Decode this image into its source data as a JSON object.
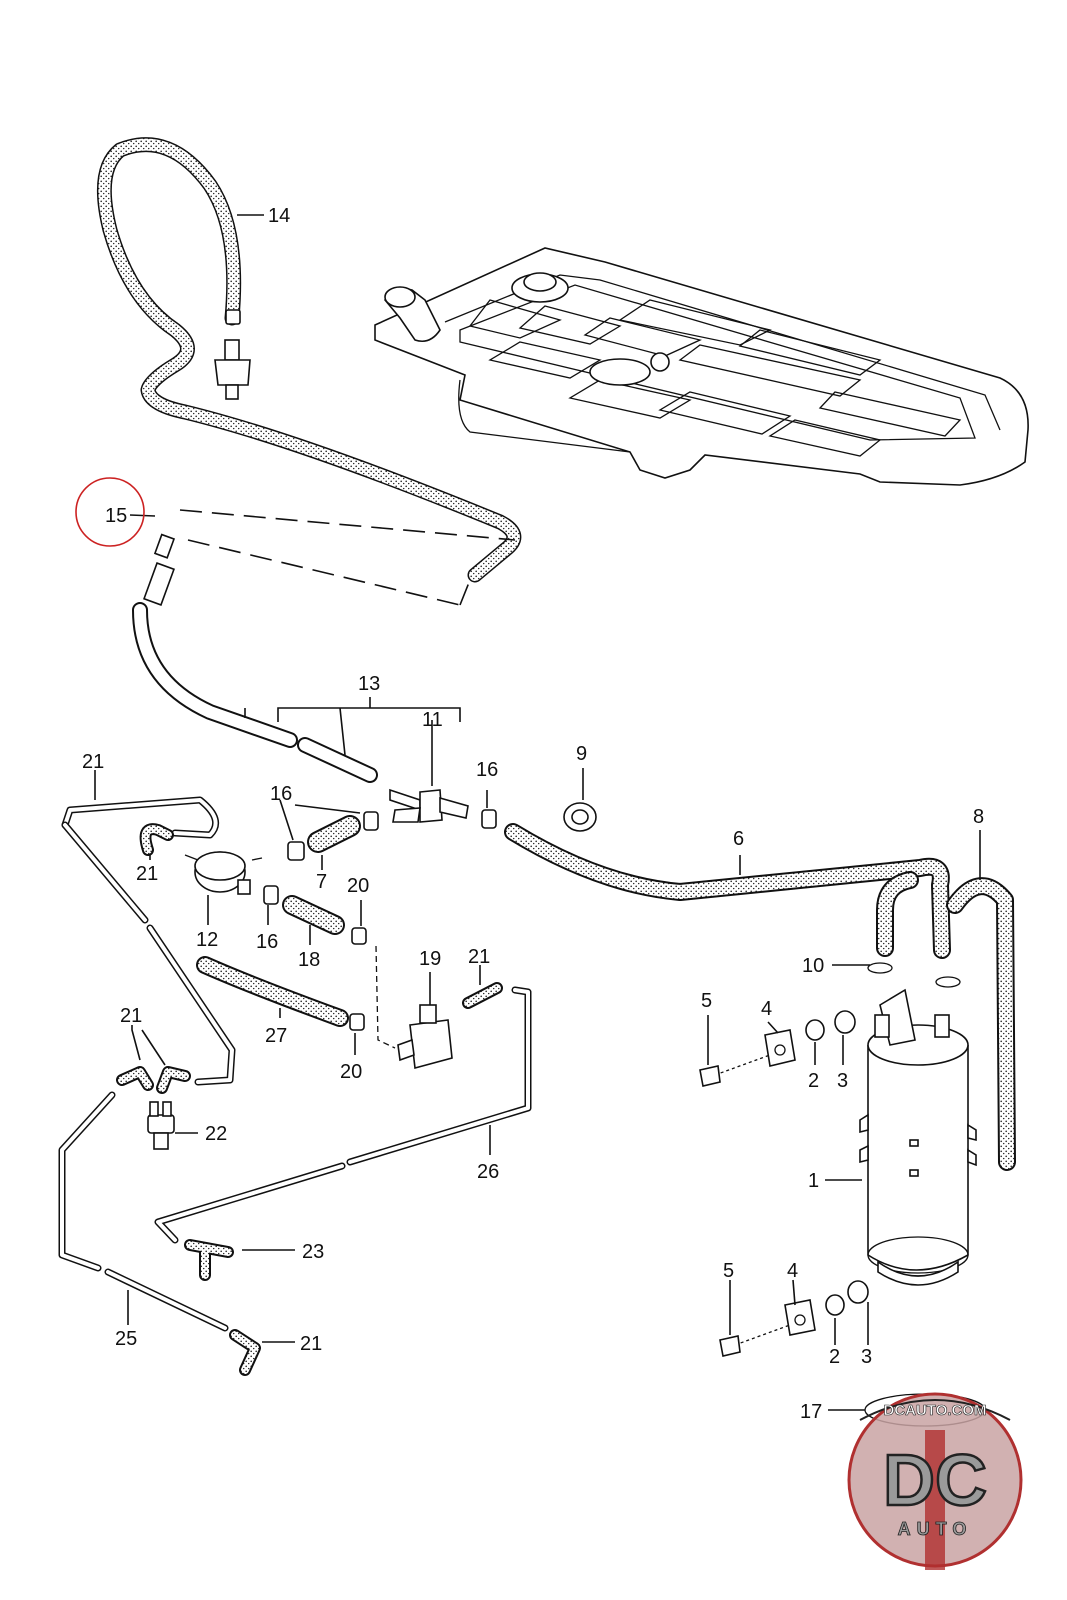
{
  "highlight": {
    "label": "15",
    "color": "#cc2222"
  },
  "labels": {
    "l1": "1",
    "l2a": "2",
    "l2b": "2",
    "l3a": "3",
    "l3b": "3",
    "l4a": "4",
    "l4b": "4",
    "l5a": "5",
    "l5b": "5",
    "l6": "6",
    "l7": "7",
    "l8": "8",
    "l9": "9",
    "l10": "10",
    "l11": "11",
    "l12": "12",
    "l13": "13",
    "l14": "14",
    "l15": "15",
    "l16a": "16",
    "l16b": "16",
    "l16c": "16",
    "l17": "17",
    "l18": "18",
    "l19": "19",
    "l20a": "20",
    "l20b": "20",
    "l21a": "21",
    "l21b": "21",
    "l21c": "21",
    "l21d": "21",
    "l21e": "21",
    "l22": "22",
    "l23": "23",
    "l25": "25",
    "l26": "26",
    "l27": "27"
  },
  "watermark": {
    "site": "DCAUTO.COM",
    "logo": "DC",
    "sub": "AUTO",
    "colors": {
      "badge": "#c9a3a3",
      "ring": "#b03030",
      "letters": "#9a9a9a",
      "outline": "#222222"
    }
  },
  "colors": {
    "line": "#111111",
    "background": "#ffffff"
  }
}
